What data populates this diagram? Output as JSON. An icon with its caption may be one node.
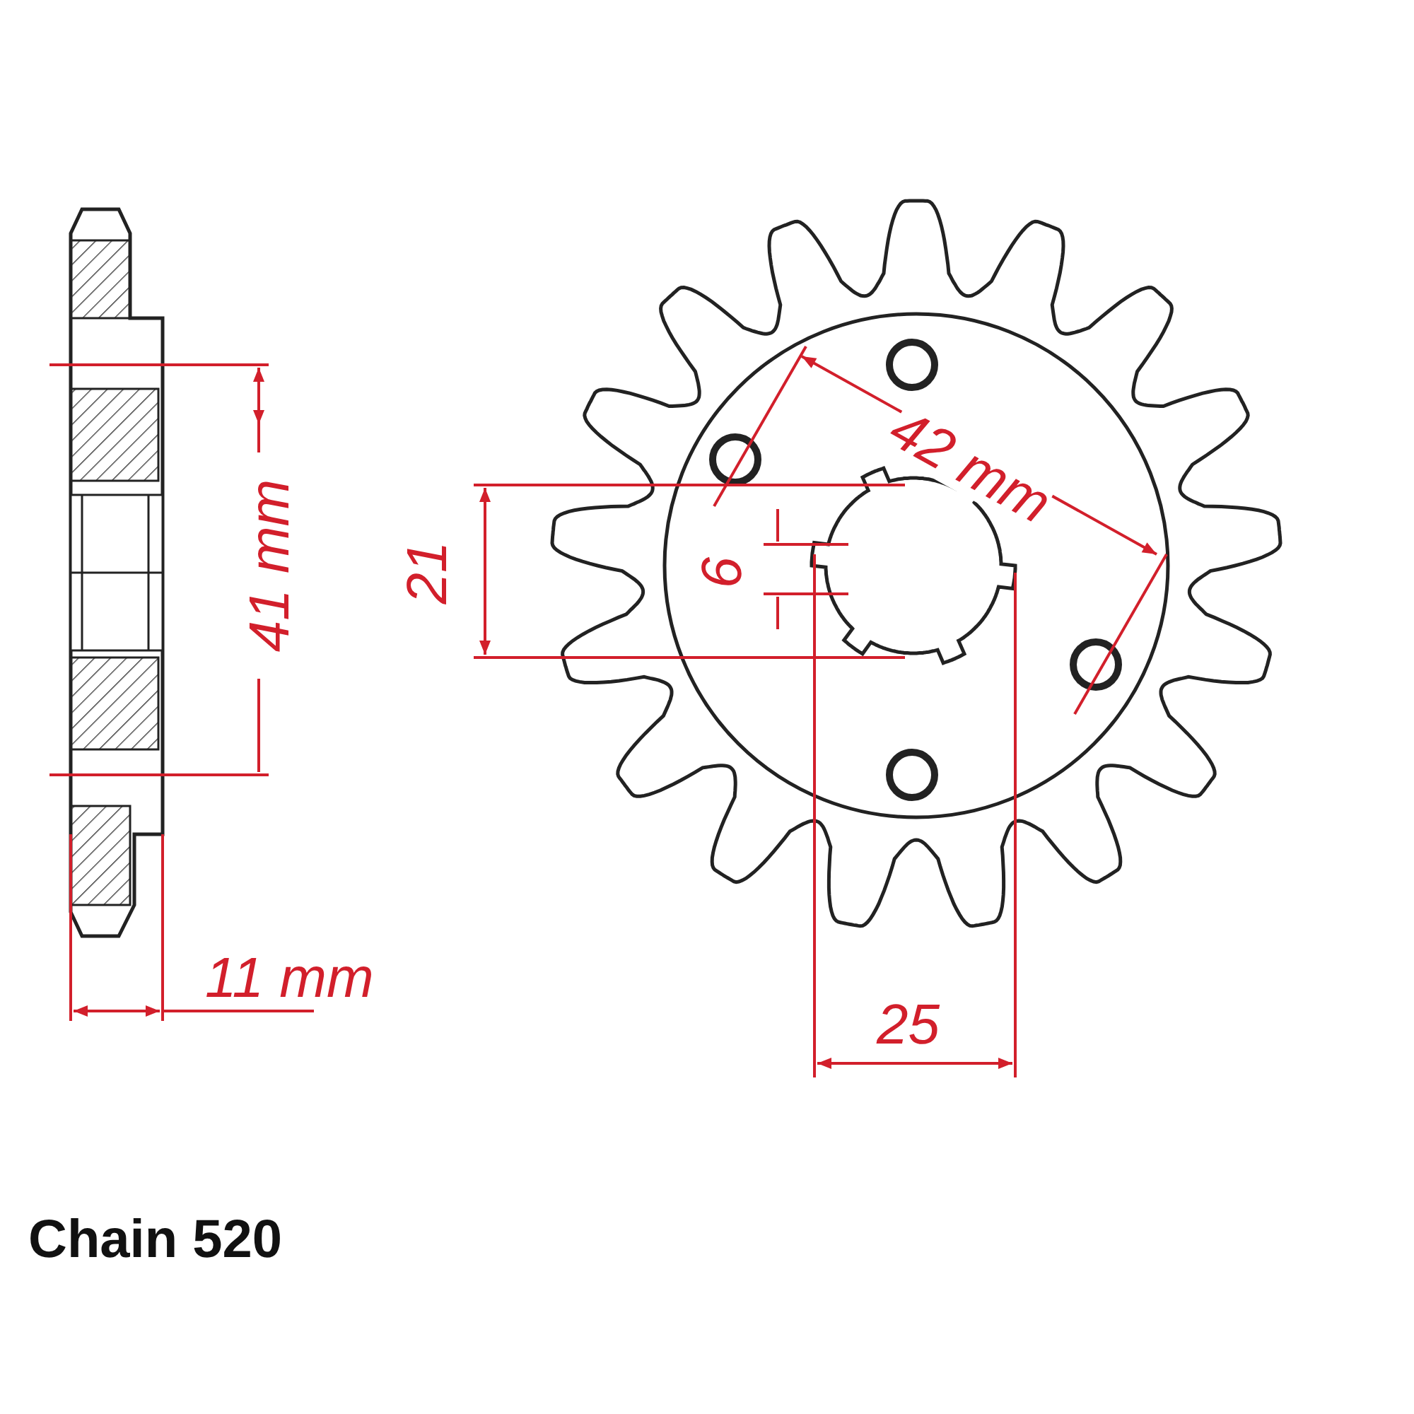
{
  "diagram": {
    "caption": "Chain 520",
    "labels": [
      "42 mm",
      "41 mm",
      "21",
      "6",
      "11 mm",
      "25"
    ]
  }
}
